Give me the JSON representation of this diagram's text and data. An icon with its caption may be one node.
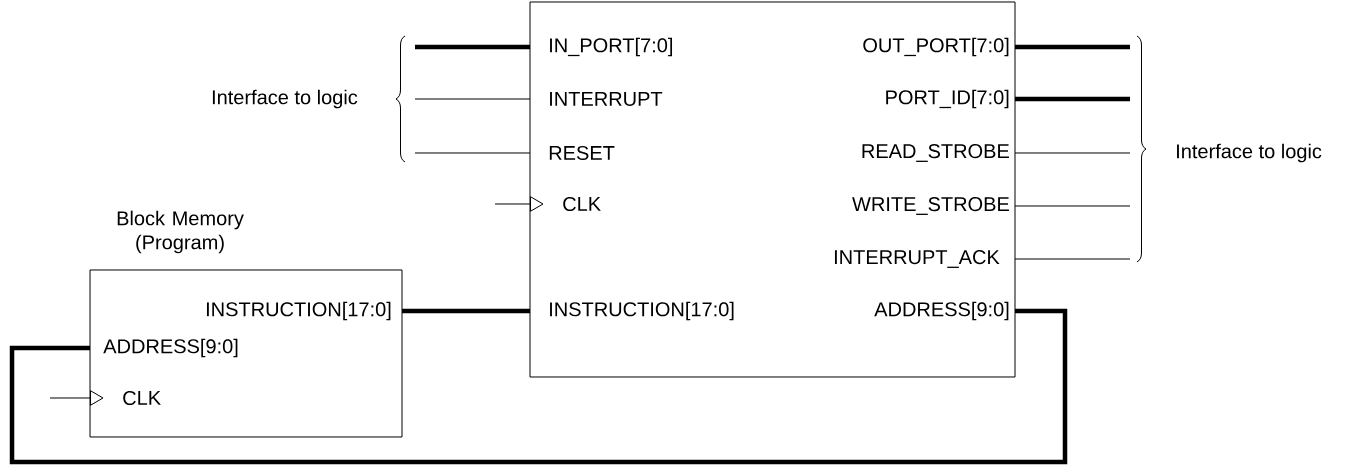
{
  "diagram": {
    "nodes": [
      {
        "text": [],
        "shape": "box"
      },
      {
        "text": [
          "IN_PORT[7:0]"
        ],
        "in": 0
      },
      {
        "text": [
          "INTERRUPT"
        ],
        "in": 0
      },
      {
        "text": [
          "RESET"
        ],
        "in": 0
      },
      {
        "text": [
          "CLK"
        ],
        "in": 0
      },
      {
        "text": [
          "INSTRUCTION[17:0]"
        ],
        "in": 0
      },
      {
        "text": [
          "OUT_PORT[7:0]"
        ],
        "in": 0
      },
      {
        "text": [
          "PORT_ID[7:0]"
        ],
        "in": 0
      },
      {
        "text": [
          "READ_STROBE"
        ],
        "in": 0
      },
      {
        "text": [
          "WRITE_STROBE"
        ],
        "in": 0
      },
      {
        "text": [
          "INTERRUPT_ACK"
        ],
        "in": 0
      },
      {
        "text": [
          "ADDRESS[9:0]"
        ],
        "in": 0
      },
      {
        "text": [
          "Block Memory (Program)"
        ]
      },
      {
        "text": [
          "INSTRUCTION[17:0]"
        ],
        "in": 12
      },
      {
        "text": [
          "ADDRESS[9:0]"
        ],
        "in": 12
      },
      {
        "text": [
          "CLK"
        ],
        "in": 12
      }
    ],
    "edges": [
      {
        "from": null,
        "to": 1,
        "arrow": "none",
        "style": "thick"
      },
      {
        "from": null,
        "to": 2,
        "arrow": "none"
      },
      {
        "from": null,
        "to": 3,
        "arrow": "none"
      },
      {
        "from": null,
        "to": 4,
        "arrow": "to"
      },
      {
        "from": 13,
        "to": 5,
        "arrow": "none",
        "style": "thick"
      },
      {
        "from": 6,
        "to": null,
        "arrow": "none",
        "style": "thick"
      },
      {
        "from": 7,
        "to": null,
        "arrow": "none",
        "style": "thick"
      },
      {
        "from": 8,
        "to": null,
        "arrow": "none"
      },
      {
        "from": 9,
        "to": null,
        "arrow": "none"
      },
      {
        "from": 10,
        "to": null,
        "arrow": "none"
      },
      {
        "from": 11,
        "to": 14,
        "arrow": "none",
        "style": "thick"
      },
      {
        "from": null,
        "to": 15,
        "arrow": "to"
      }
    ],
    "labels": [
      "Interface to logic",
      "Interface to logic"
    ]
  }
}
